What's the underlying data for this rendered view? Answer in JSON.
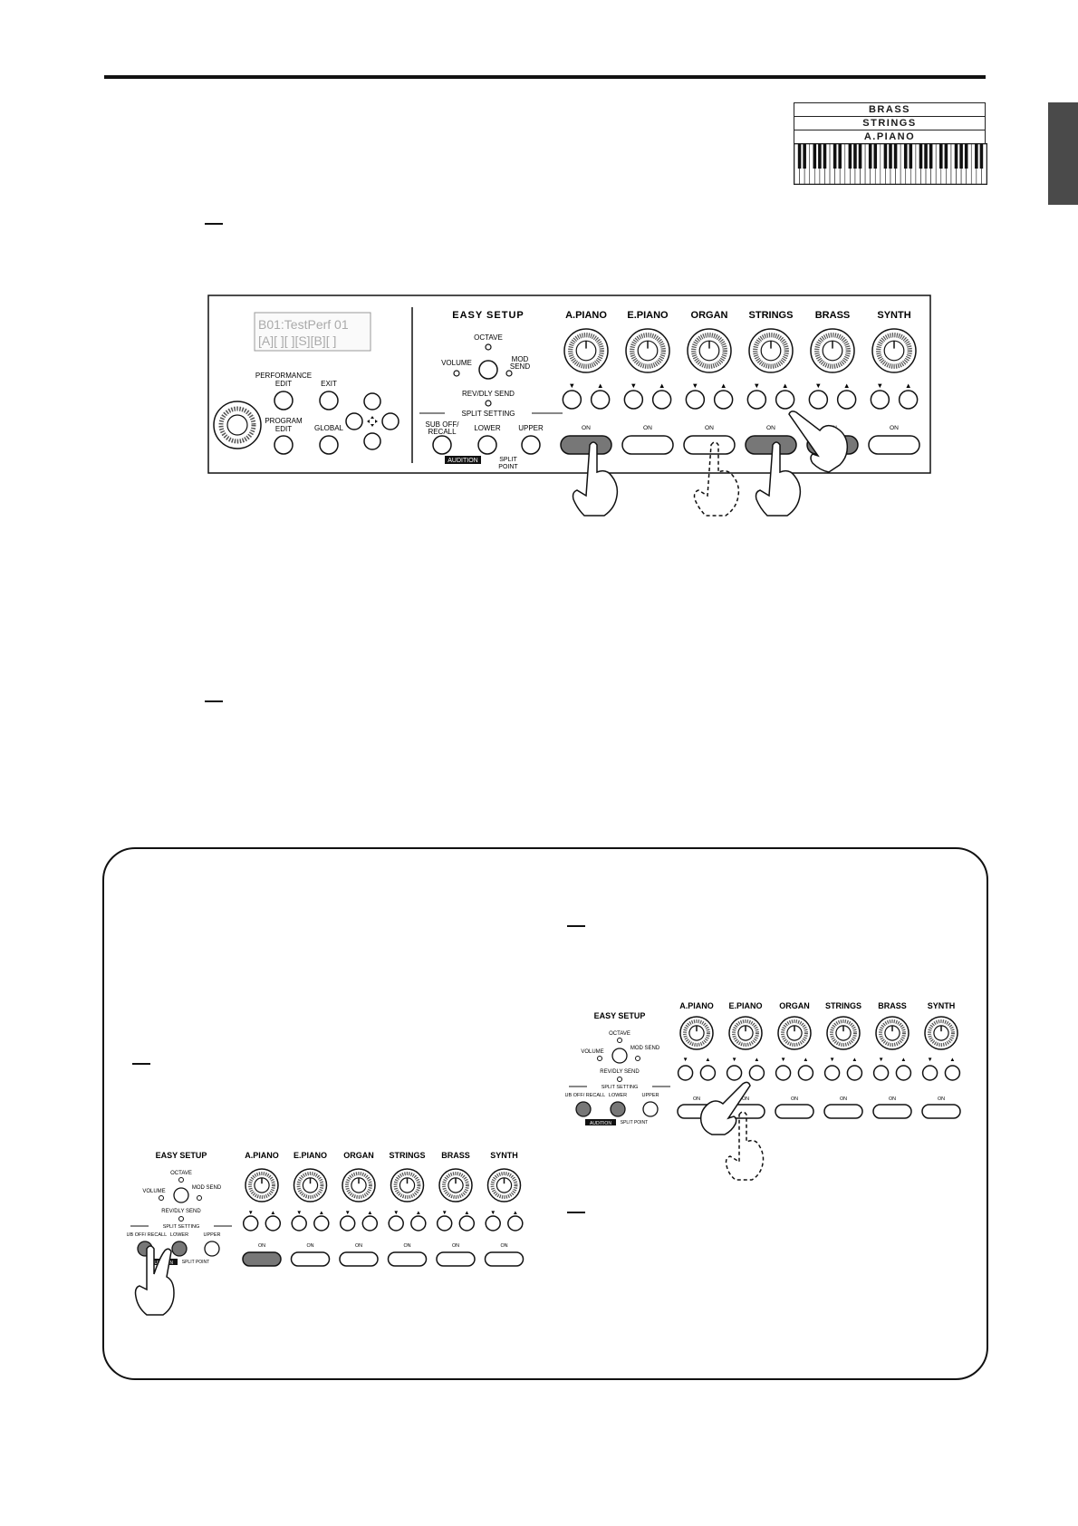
{
  "layers": {
    "items": [
      "BRASS",
      "STRINGS",
      "A.PIANO"
    ]
  },
  "panel": {
    "lcd": {
      "line1": "B01:TestPerf 01",
      "line2": "[A][ ][ ][S][B][ ]"
    },
    "buttons": {
      "performance_edit": "PERFORMANCE EDIT",
      "exit": "EXIT",
      "program_edit": "PROGRAM EDIT",
      "global": "GLOBAL"
    },
    "easy_setup": {
      "title": "EASY SETUP",
      "octave": "OCTAVE",
      "volume": "VOLUME",
      "mod_send": "MOD SEND",
      "rev_dly_send": "REV/DLY SEND",
      "split_setting": "SPLIT SETTING",
      "sub_off_recall": "SUB OFF/ RECALL",
      "lower": "LOWER",
      "upper": "UPPER",
      "audition": "AUDITION",
      "split_point": "SPLIT POINT"
    },
    "categories": [
      "A.PIANO",
      "E.PIANO",
      "ORGAN",
      "STRINGS",
      "BRASS",
      "SYNTH"
    ],
    "on_label": "ON",
    "arrow_down": "▼",
    "arrow_up": "▲"
  },
  "colors": {
    "lit": "#777777",
    "unlit": "#ffffff",
    "ink": "#1a1a1a",
    "tab": "#4a4a4a"
  }
}
